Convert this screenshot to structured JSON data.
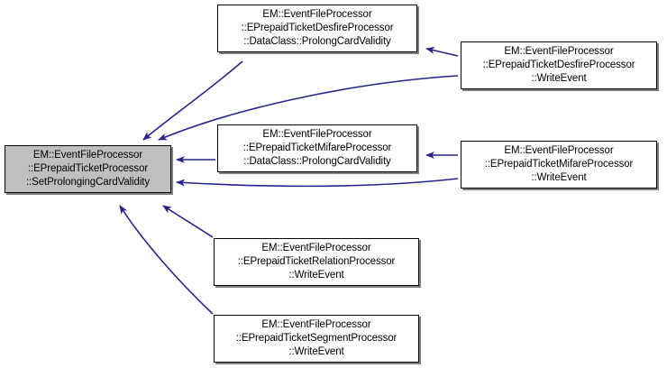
{
  "graph": {
    "type": "caller-graph",
    "direction": "right-to-left",
    "background_color": "#ffffff",
    "edge_color": "#27248c",
    "node_border_color": "#000000",
    "node_fill_color": "#ffffff",
    "current_node_fill_color": "#bfbfbf",
    "shadow_color": "#808080"
  },
  "nodes": [
    {
      "id": "set-prolonging-card-validity",
      "role": "current",
      "lines": [
        "EM::EventFileProcessor",
        "::EPrepaidTicketProcessor",
        "::SetProlongingCardValidity"
      ]
    },
    {
      "id": "desfire-dataclass-prolongcardvalidity",
      "role": "caller",
      "lines": [
        "EM::EventFileProcessor",
        "::EPrepaidTicketDesfireProcessor",
        "::DataClass::ProlongCardValidity"
      ]
    },
    {
      "id": "desfire-writeevent",
      "role": "caller",
      "lines": [
        "EM::EventFileProcessor",
        "::EPrepaidTicketDesfireProcessor",
        "::WriteEvent"
      ]
    },
    {
      "id": "mifare-dataclass-prolongcardvalidity",
      "role": "caller",
      "lines": [
        "EM::EventFileProcessor",
        "::EPrepaidTicketMifareProcessor",
        "::DataClass::ProlongCardValidity"
      ]
    },
    {
      "id": "mifare-writeevent",
      "role": "caller",
      "lines": [
        "EM::EventFileProcessor",
        "::EPrepaidTicketMifareProcessor",
        "::WriteEvent"
      ]
    },
    {
      "id": "relation-writeevent",
      "role": "caller",
      "lines": [
        "EM::EventFileProcessor",
        "::EPrepaidTicketRelationProcessor",
        "::WriteEvent"
      ]
    },
    {
      "id": "segment-writeevent",
      "role": "caller",
      "lines": [
        "EM::EventFileProcessor",
        "::EPrepaidTicketSegmentProcessor",
        "::WriteEvent"
      ]
    }
  ],
  "edges": [
    {
      "from": "desfire-dataclass-prolongcardvalidity",
      "to": "set-prolonging-card-validity"
    },
    {
      "from": "desfire-writeevent",
      "to": "desfire-dataclass-prolongcardvalidity"
    },
    {
      "from": "desfire-writeevent",
      "to": "set-prolonging-card-validity"
    },
    {
      "from": "mifare-dataclass-prolongcardvalidity",
      "to": "set-prolonging-card-validity"
    },
    {
      "from": "mifare-writeevent",
      "to": "mifare-dataclass-prolongcardvalidity"
    },
    {
      "from": "mifare-writeevent",
      "to": "set-prolonging-card-validity"
    },
    {
      "from": "relation-writeevent",
      "to": "set-prolonging-card-validity"
    },
    {
      "from": "segment-writeevent",
      "to": "set-prolonging-card-validity"
    }
  ]
}
